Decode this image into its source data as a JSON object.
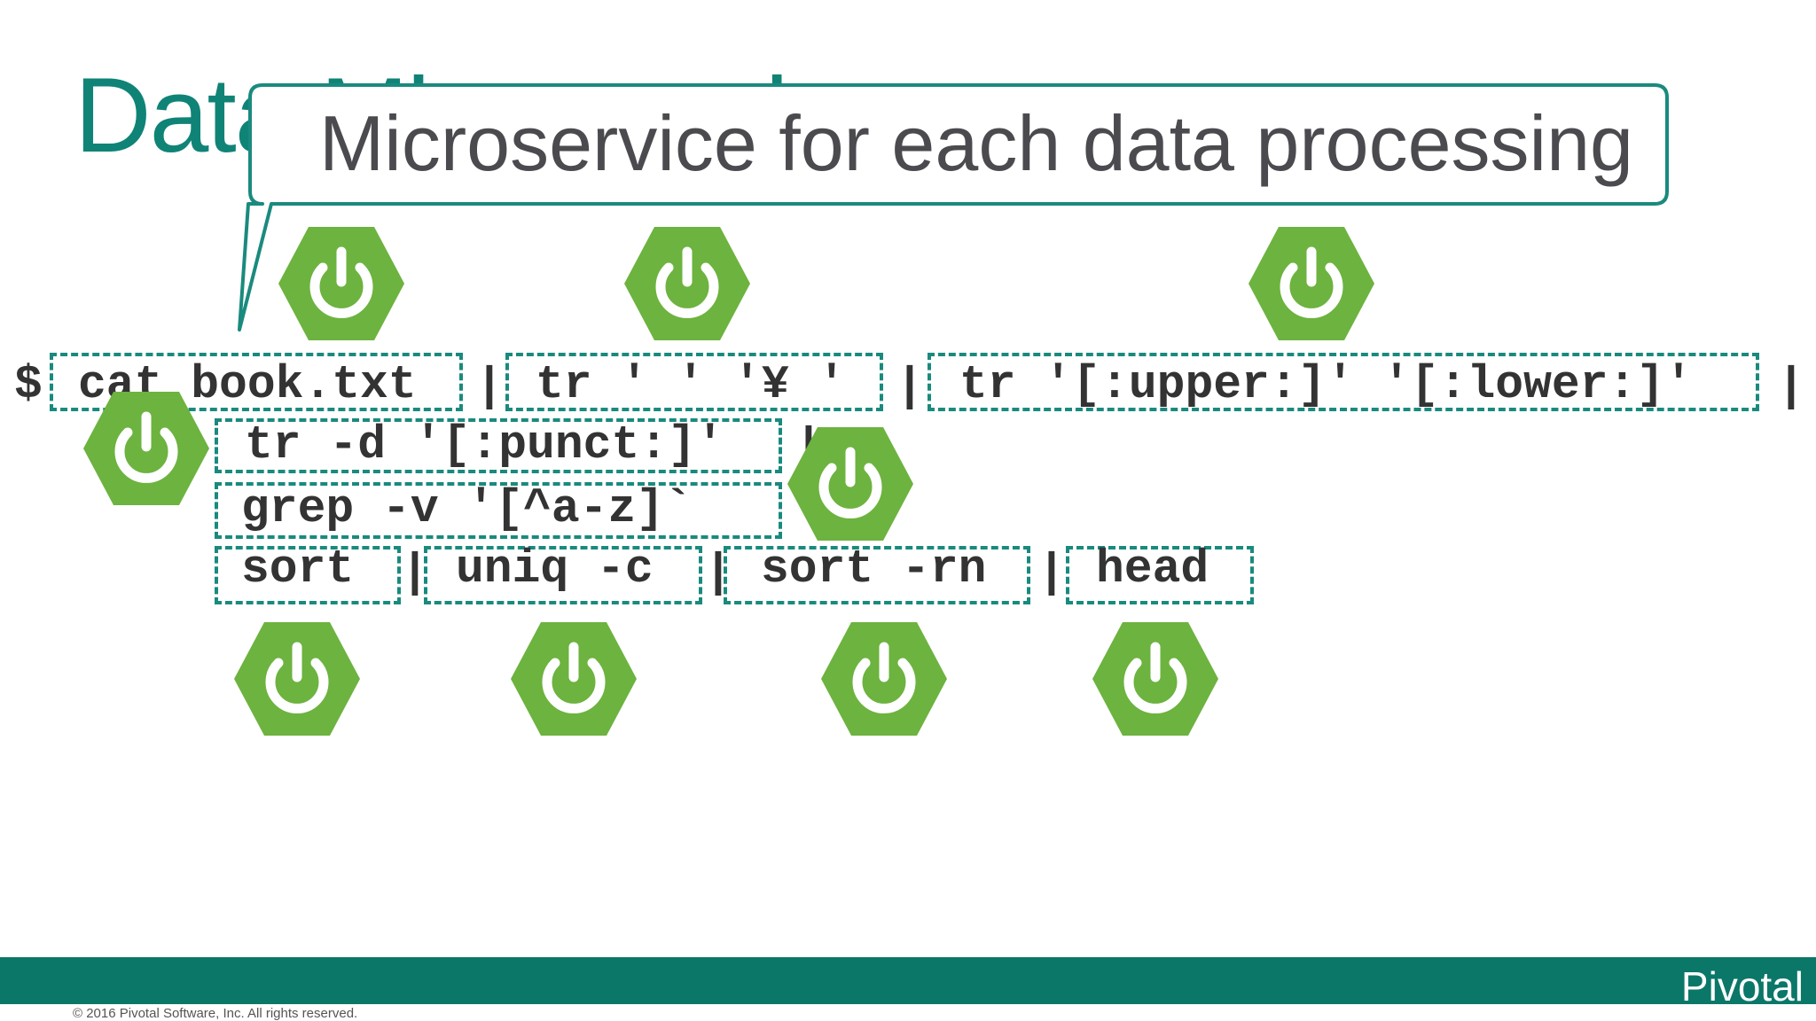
{
  "slide": {
    "title": "Data Microservices",
    "callout": "Microservice for each data processing",
    "prompt": "$",
    "commands": {
      "cat": "cat book.txt",
      "tr_space": "tr ' ' '¥ '",
      "tr_case": "tr '[:upper:]' '[:lower:]'",
      "tr_punct": "tr -d '[:punct:]'",
      "grep": "grep -v '[^a-z]`",
      "sort": "sort",
      "uniq": "uniq -c",
      "sort_rn": "sort -rn",
      "head": "head"
    },
    "pipe": "|",
    "icon_name": "spring-boot-power-icon",
    "colors": {
      "accent": "#108377",
      "icon": "#6db33f",
      "box": "#1a8a7e",
      "footer": "#0b7768"
    }
  },
  "footer": {
    "brand": "Pivotal",
    "copyright": "© 2016 Pivotal Software, Inc. All rights reserved."
  }
}
